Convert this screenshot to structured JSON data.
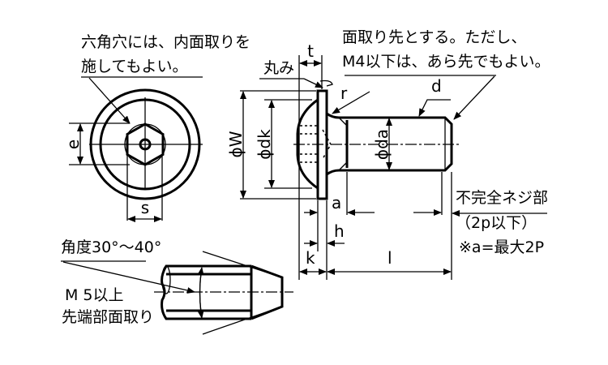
{
  "notes": {
    "hex_socket_line1": "六角穴には、内面取りを",
    "hex_socket_line2": "施してもよい。",
    "point_line1": "面取り先とする。ただし、",
    "point_line2": "M4以下は、あら先でもよい。",
    "rounding": "丸み",
    "incomplete_thread": "不完全ネジ部",
    "incomplete_thread_limit": "（2p以下）",
    "a_max": "※a=最大2P",
    "angle": "角度30°〜40°",
    "m5_line1": "M 5以上",
    "m5_line2": "先端部面取り"
  },
  "dimensions": {
    "e": "e",
    "s": "s",
    "W": "ϕW",
    "dk": "ϕdk",
    "da": "ϕda",
    "t": "t",
    "r": "r",
    "d": "d",
    "a": "a",
    "h": "h",
    "k": "k",
    "l": "l"
  }
}
